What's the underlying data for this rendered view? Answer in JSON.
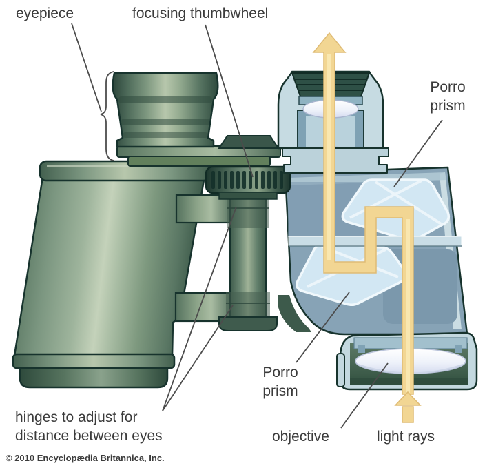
{
  "figure": {
    "title": "binoculars cutaway diagram",
    "copyright": "© 2010 Encyclopædia Britannica, Inc.",
    "labels": {
      "eyepiece": "eyepiece",
      "focusing_thumbwheel": "focusing thumbwheel",
      "porro_prism_upper_line1": "Porro",
      "porro_prism_upper_line2": "prism",
      "porro_prism_lower_line1": "Porro",
      "porro_prism_lower_line2": "prism",
      "hinges_line1": "hinges to adjust for",
      "hinges_line2": "distance between eyes",
      "objective": "objective",
      "light_rays": "light rays"
    },
    "colors": {
      "background": "#ffffff",
      "label_text": "#3b3b3b",
      "leader_line": "#4c4c4c",
      "body_green": "#7b9680",
      "body_green_dark": "#3f5c4c",
      "body_green_light": "#c4d2ba",
      "eyecup_green": "#2e5046",
      "outline_dark": "#17332d",
      "cutaway_shell_blue": "#c6dbe2",
      "cutaway_interior_blue": "#87a3b6",
      "prism_blue": "#d2e7f3",
      "lens_white": "#f2f6fb",
      "light_ray_yellow": "#f2d693",
      "light_ray_edge": "#dfbb74"
    }
  }
}
